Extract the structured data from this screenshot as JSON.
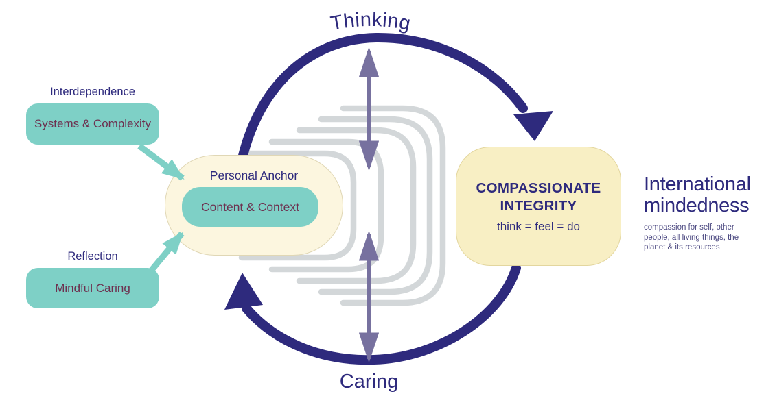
{
  "diagram": {
    "flow_labels": {
      "top": "Thinking",
      "bottom": "Caring"
    },
    "inputs": [
      {
        "label": "Interdependence",
        "box": "Systems & Complexity"
      },
      {
        "label": "Reflection",
        "box": "Mindful Caring"
      }
    ],
    "anchor": {
      "title": "Personal Anchor",
      "core": "Content & Context"
    },
    "outcome": {
      "title_line1": "COMPASSIONATE",
      "title_line2": "INTEGRITY",
      "formula": "think = feel = do"
    },
    "aside": {
      "heading": "International mindedness",
      "body": "compassion for self, other people, all living things, the planet & its resources"
    },
    "icons": {
      "top_flow": "curved-arrow-right-icon",
      "bottom_flow": "curved-arrow-left-icon",
      "vertical_tension": "double-headed-arrow-icon",
      "ripples": "concentric-arcs-icon",
      "connectors": "teal-arrow-icon"
    },
    "colors": {
      "navy": "#2E2A7D",
      "purple": "#77719F",
      "teal": "#7ED0C6",
      "cream": "#FCF6DF",
      "yellow": "#F8EFC4",
      "plum": "#6D3150",
      "ripple_gray": "#D3D7D9",
      "muted_text": "#4B4880"
    }
  }
}
